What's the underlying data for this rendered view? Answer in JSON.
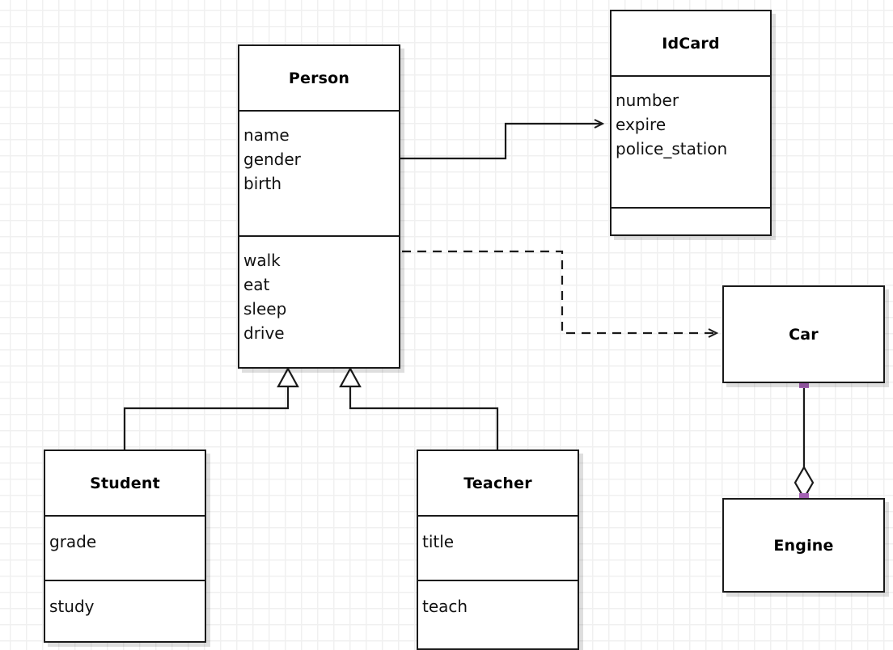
{
  "diagram": {
    "kind": "uml-class-diagram",
    "background": "#ffffff",
    "grid_color": "#f0f0f0",
    "line_color": "#1a1a1a",
    "endpoint_color": "#a461b4"
  },
  "classes": {
    "person": {
      "name": "Person",
      "attributes": [
        "name",
        "gender",
        "birth"
      ],
      "operations": [
        "walk",
        "eat",
        "sleep",
        "drive"
      ]
    },
    "idcard": {
      "name": "IdCard",
      "attributes": [
        "number",
        "expire",
        "police_station"
      ],
      "operations": []
    },
    "student": {
      "name": "Student",
      "attributes": [
        "grade"
      ],
      "operations": [
        "study"
      ]
    },
    "teacher": {
      "name": "Teacher",
      "attributes": [
        "title"
      ],
      "operations": [
        "teach"
      ]
    },
    "car": {
      "name": "Car",
      "attributes": [],
      "operations": []
    },
    "engine": {
      "name": "Engine",
      "attributes": [],
      "operations": []
    }
  },
  "relationships": [
    {
      "id": "person-idcard",
      "type": "association",
      "source": "Person",
      "target": "IdCard",
      "arrow": "open-arrow",
      "style": "solid"
    },
    {
      "id": "person-car",
      "type": "dependency",
      "source": "Person",
      "target": "Car",
      "arrow": "open-arrow",
      "style": "dashed"
    },
    {
      "id": "student-person",
      "type": "generalization",
      "source": "Student",
      "target": "Person",
      "arrow": "hollow-triangle",
      "style": "solid"
    },
    {
      "id": "teacher-person",
      "type": "generalization",
      "source": "Teacher",
      "target": "Person",
      "arrow": "hollow-triangle",
      "style": "solid"
    },
    {
      "id": "car-engine",
      "type": "aggregation",
      "source": "Car",
      "target": "Engine",
      "arrow": "hollow-diamond",
      "style": "solid"
    }
  ]
}
